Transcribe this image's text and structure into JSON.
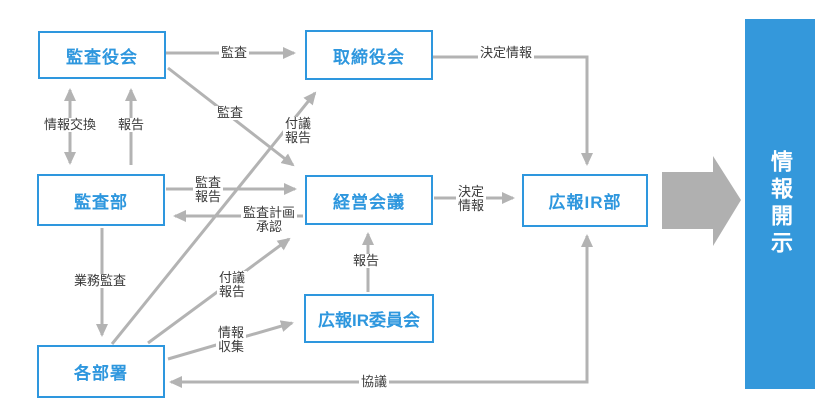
{
  "diagram": {
    "nodes": {
      "kansayaku_kai": "監査役会",
      "torishimariyaku_kai": "取締役会",
      "kansa_bu": "監査部",
      "keiei_kaigi": "経営会議",
      "koho_ir_bu": "広報IR部",
      "koho_ir_iinkai": "広報IR委員会",
      "kaku_busho": "各部署"
    },
    "edges": {
      "audit_top": "監査",
      "decision_info_top": "決定情報",
      "info_exchange": "情報交換",
      "report_left": "報告",
      "audit_diag": "監査",
      "fugi_hokoku_upper": "付議\n報告",
      "audit_report": "監査\n報告",
      "audit_plan_approval": "監査計画\n承認",
      "operational_audit": "業務監査",
      "fugi_hokoku_lower": "付議\n報告",
      "info_gathering": "情報\n収集",
      "report_committee": "報告",
      "decision_info_mid": "決定\n情報",
      "consultation": "協議"
    },
    "disclosure_label": "情報開示",
    "colors": {
      "node_border_blue": "#2e97de",
      "disclosure_fill_blue": "#3498db",
      "connector_gray": "#b3b3b3",
      "big_arrow_gray": "#b0b0b0",
      "edge_label_text": "#3a3a3a"
    }
  }
}
